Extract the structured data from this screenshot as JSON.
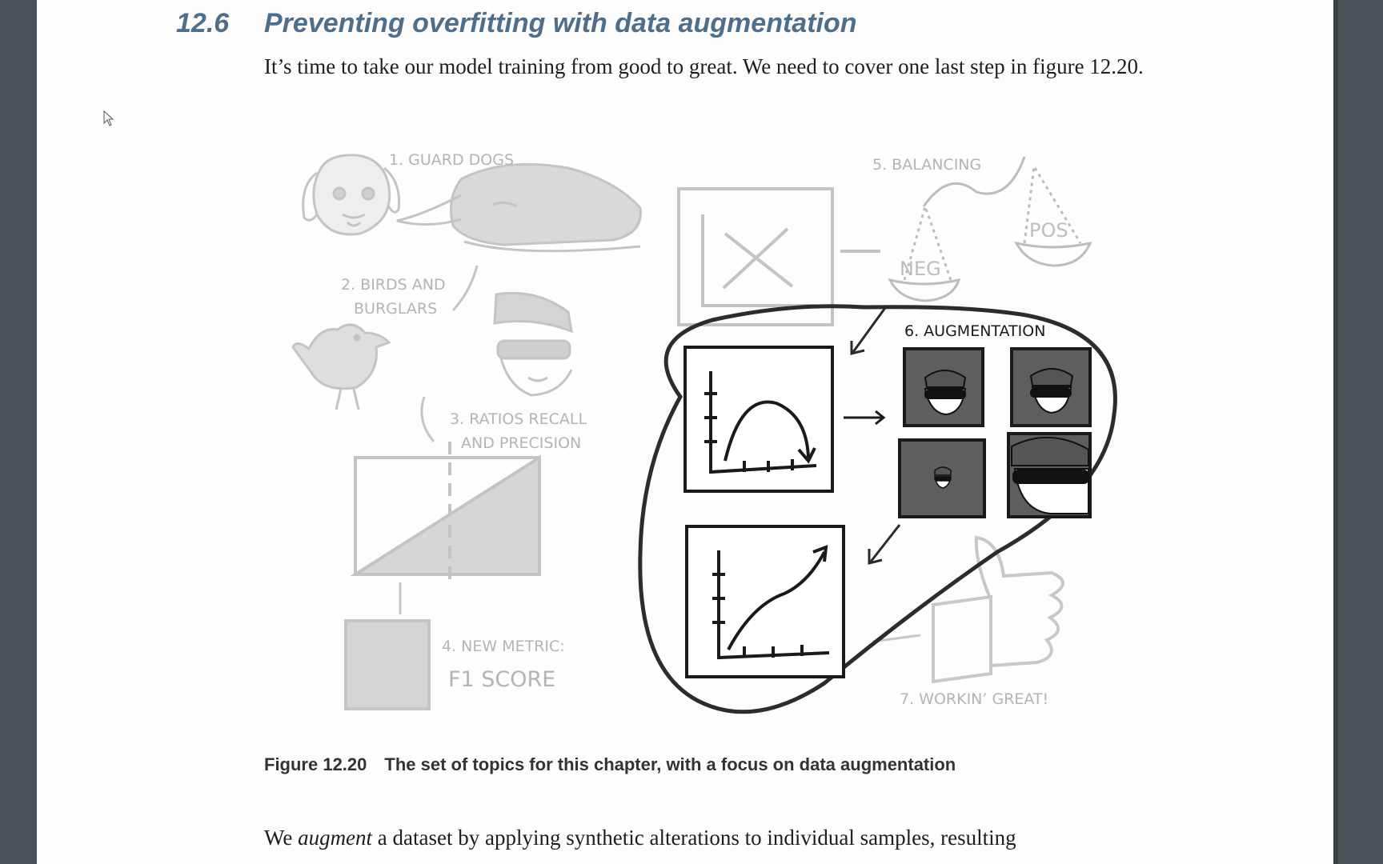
{
  "section": {
    "number": "12.6",
    "title": "Preventing overfitting with data augmentation"
  },
  "paragraphs": {
    "intro": "It’s time to take our model training from good to great. We need to cover one last step in figure 12.20.",
    "augment_italic": "augment",
    "augment_pre": "We ",
    "augment_post": " a dataset by applying synthetic alterations to individual samples, resulting"
  },
  "figure": {
    "labels": {
      "guard_dogs": "1. GUARD DOGS",
      "birds_line1": "2. BIRDS AND",
      "birds_line2": "BURGLARS",
      "ratios_line1": "3. RATIOS RECALL",
      "ratios_line2": "AND PRECISION",
      "metric_line1": "4. NEW METRIC:",
      "metric_line2": "F1 SCORE",
      "balancing": "5. BALANCING",
      "neg": "NEG",
      "pos": "POS",
      "augmentation": "6. AUGMENTATION",
      "workin": "7. WORKIN’ GREAT!"
    },
    "caption_label": "Figure 12.20",
    "caption_text": "The set of topics for this chapter, with a focus on data augmentation"
  },
  "colors": {
    "heading": "#4e6f8b",
    "faded": "#bdbdbd",
    "ink": "#1a1a1a",
    "tile": "#5e5e5e"
  }
}
